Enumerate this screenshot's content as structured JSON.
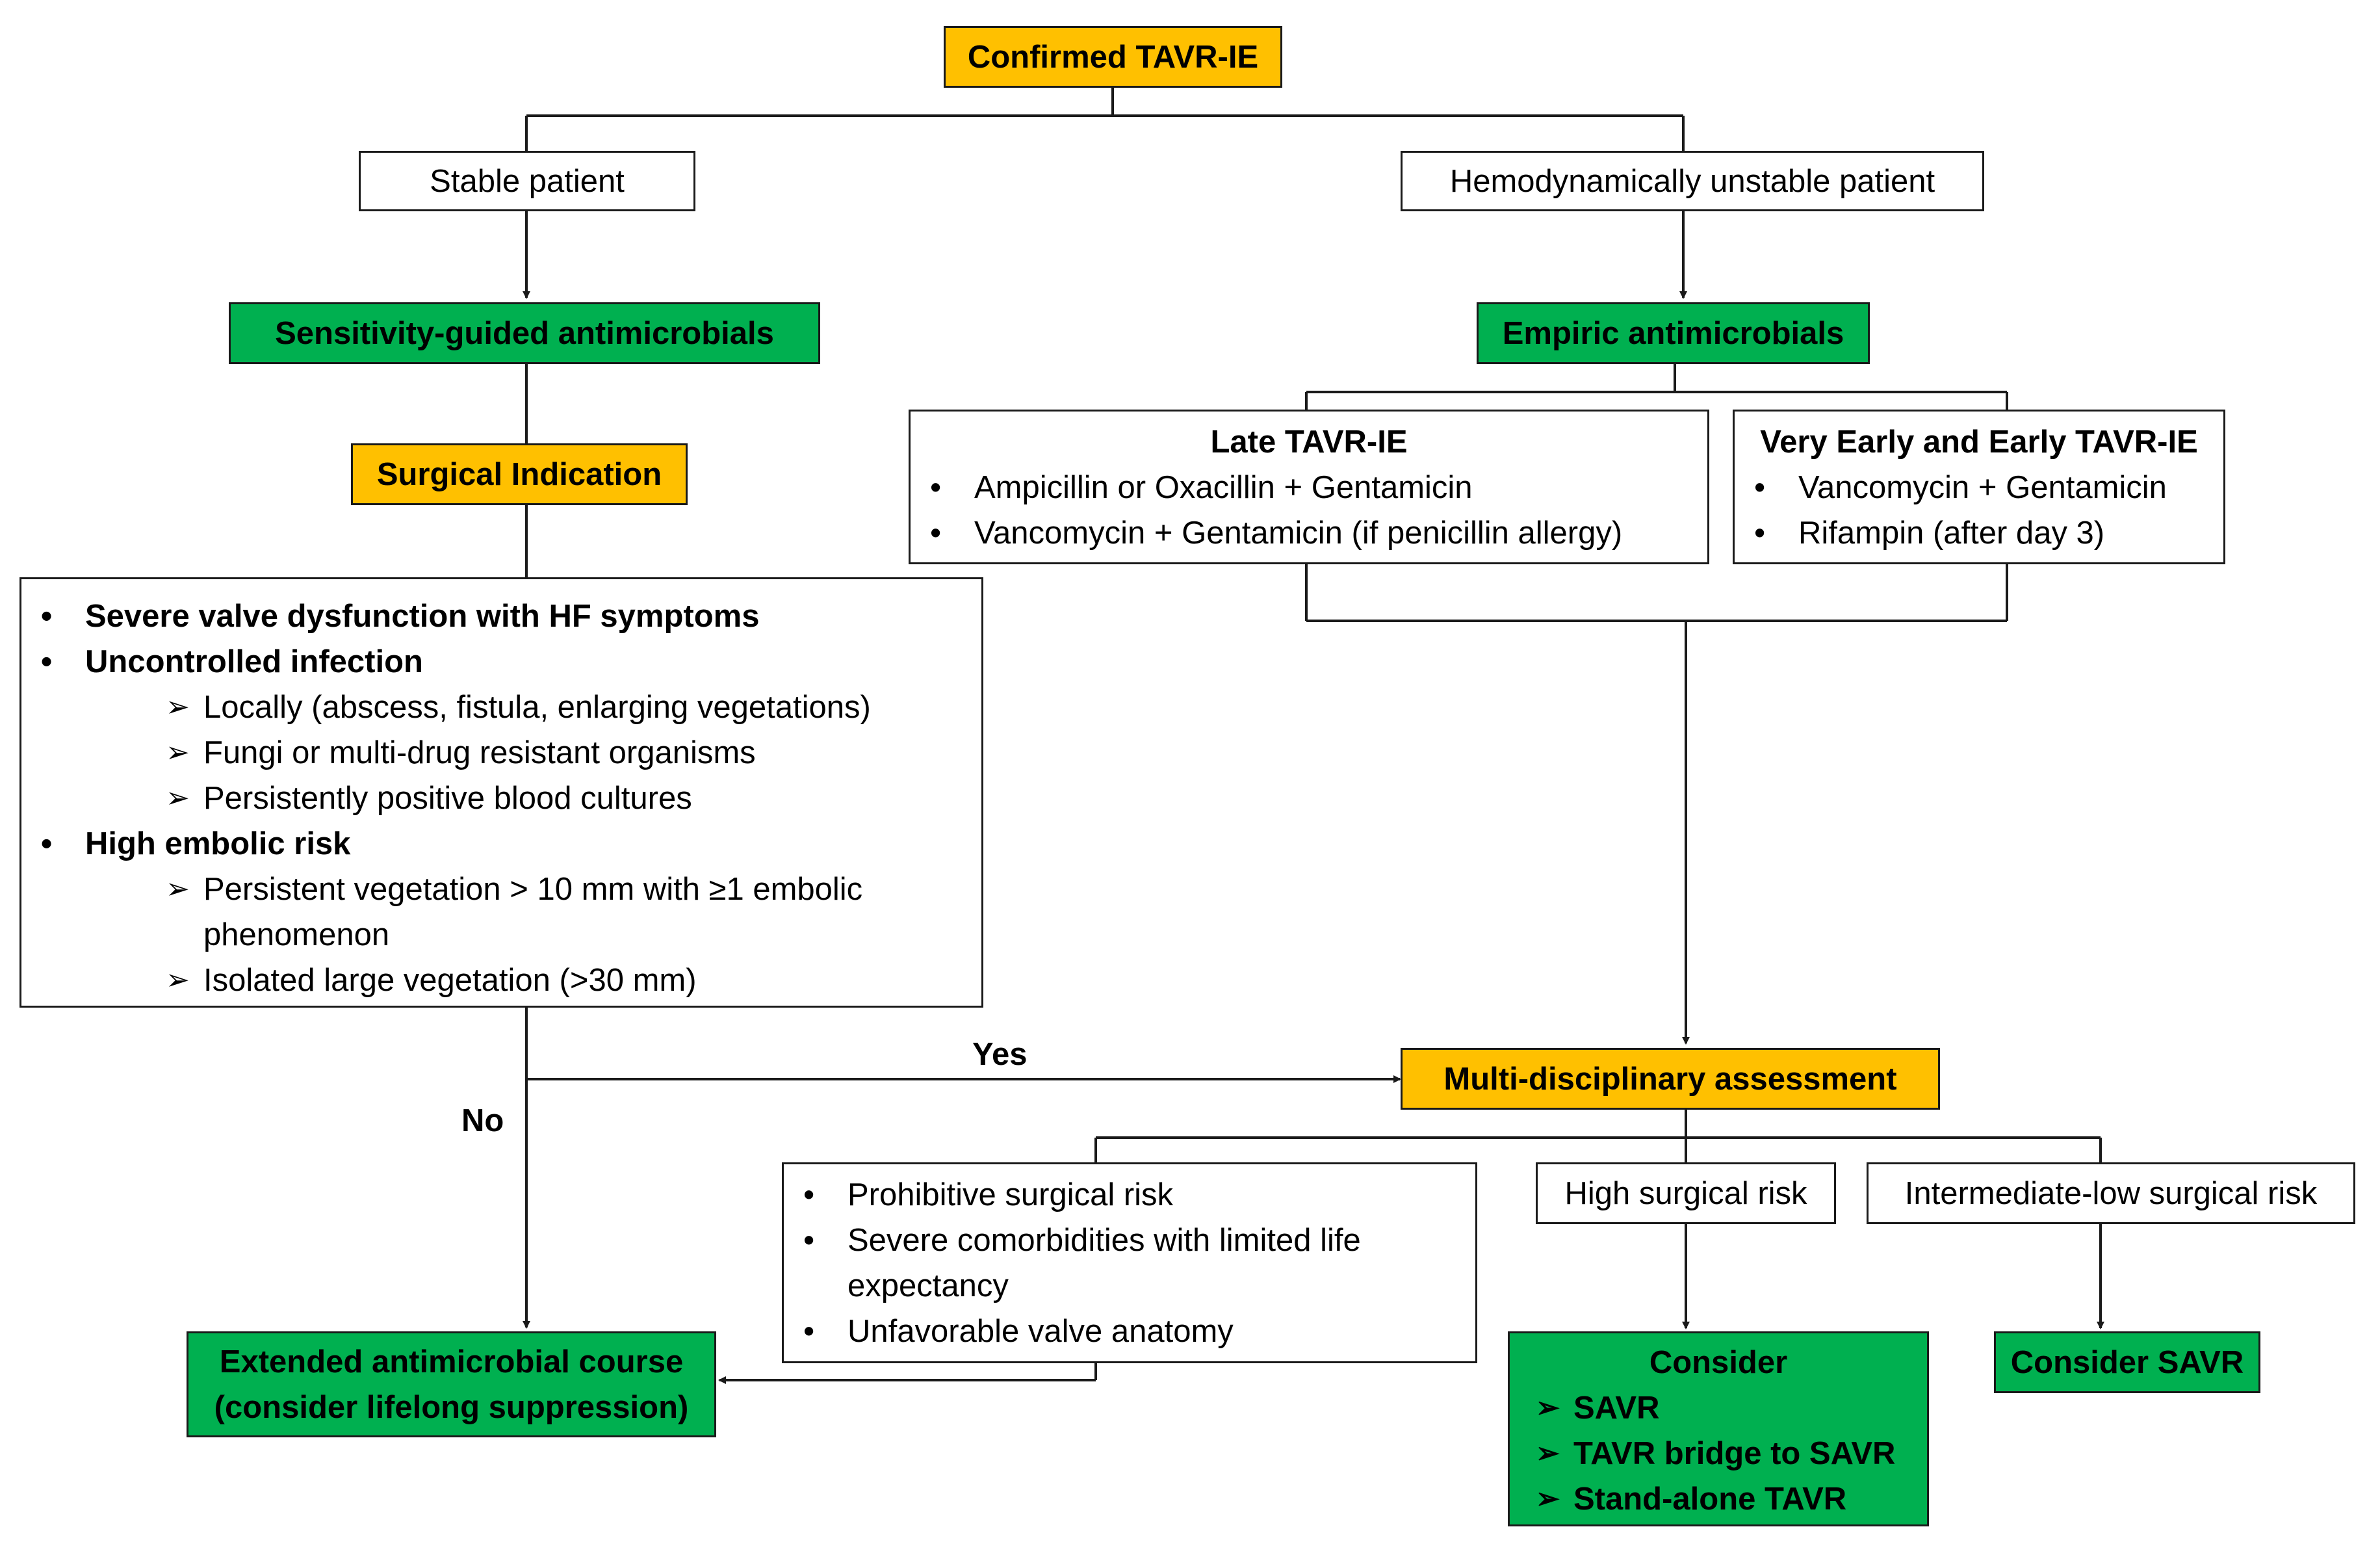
{
  "nodes": {
    "confirmed": "Confirmed TAVR-IE",
    "stable": "Stable patient",
    "unstable": "Hemodynamically unstable patient",
    "sensitivity": "Sensitivity-guided antimicrobials",
    "empiric": "Empiric antimicrobials",
    "surgical_indication": "Surgical Indication",
    "late": {
      "title": "Late TAVR-IE",
      "items": [
        "Ampicillin or Oxacillin + Gentamicin",
        "Vancomycin + Gentamicin (if penicillin allergy)"
      ]
    },
    "early": {
      "title": "Very Early and Early TAVR-IE",
      "items": [
        "Vancomycin + Gentamicin",
        "Rifampin (after day 3)"
      ]
    },
    "indications": {
      "severe": "Severe valve dysfunction with HF symptoms",
      "uncontrolled": "Uncontrolled infection",
      "uncontrolled_items": [
        "Locally (abscess, fistula, enlarging vegetations)",
        "Fungi or multi-drug resistant organisms",
        "Persistently positive blood cultures"
      ],
      "embolic": "High embolic risk",
      "embolic_items": [
        "Persistent vegetation > 10 mm with ≥1 embolic phenomenon",
        "Isolated large vegetation (>30 mm)"
      ]
    },
    "multi": "Multi-disciplinary assessment",
    "prohibitive": {
      "items": [
        "Prohibitive surgical risk",
        "Severe comorbidities with limited life expectancy",
        "Unfavorable valve anatomy"
      ]
    },
    "high_risk": "High surgical risk",
    "intermediate": "Intermediate-low surgical risk",
    "extended": {
      "line1": "Extended antimicrobial course",
      "line2": "(consider lifelong suppression)"
    },
    "consider": {
      "title": "Consider",
      "items": [
        "SAVR",
        "TAVR bridge to SAVR",
        "Stand-alone TAVR"
      ]
    },
    "consider_savr": "Consider SAVR"
  },
  "labels": {
    "yes": "Yes",
    "no": "No"
  },
  "colors": {
    "yellow": "#ffc000",
    "green": "#00b050",
    "line": "#1a1a1a"
  }
}
